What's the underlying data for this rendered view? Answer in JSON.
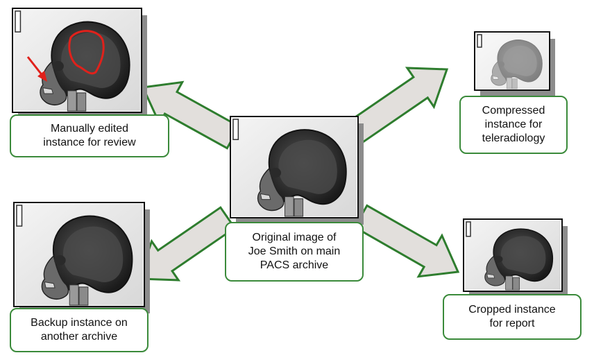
{
  "colors": {
    "arrow_fill": "#e2dfdc",
    "arrow_stroke": "#2e7d2e",
    "box_border": "#3a8a3a",
    "image_frame": "#111111",
    "shadow": "#8c8c8c",
    "annotation_red": "#e0211b"
  },
  "nodes": {
    "center": {
      "label_lines": [
        "Original image of",
        "Joe Smith on main",
        "PACS archive"
      ]
    },
    "top_left": {
      "label_lines": [
        "Manually edited",
        "instance for review"
      ]
    },
    "top_right": {
      "label_lines": [
        "Compressed",
        "instance for",
        "teleradiology"
      ]
    },
    "bottom_left": {
      "label_lines": [
        "Backup instance on",
        "another archive"
      ]
    },
    "bottom_right": {
      "label_lines": [
        "Cropped instance",
        "for report"
      ]
    }
  },
  "edges": [
    {
      "from": "center",
      "to": "top_left"
    },
    {
      "from": "center",
      "to": "top_right"
    },
    {
      "from": "center",
      "to": "bottom_left"
    },
    {
      "from": "center",
      "to": "bottom_right"
    }
  ]
}
